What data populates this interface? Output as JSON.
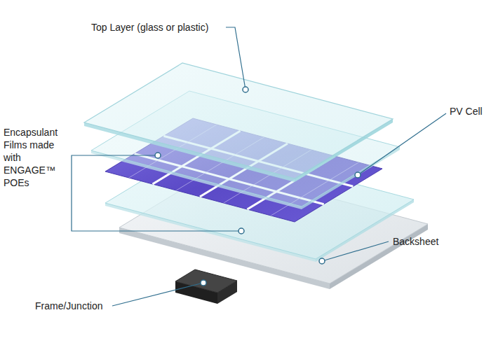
{
  "diagram": {
    "labels": [
      "Top Layer (glass or plastic)",
      "PV Cell",
      "Encapsulant Films made with ENGAGE™ POEs",
      "Backsheet",
      "Frame/Junction"
    ]
  }
}
